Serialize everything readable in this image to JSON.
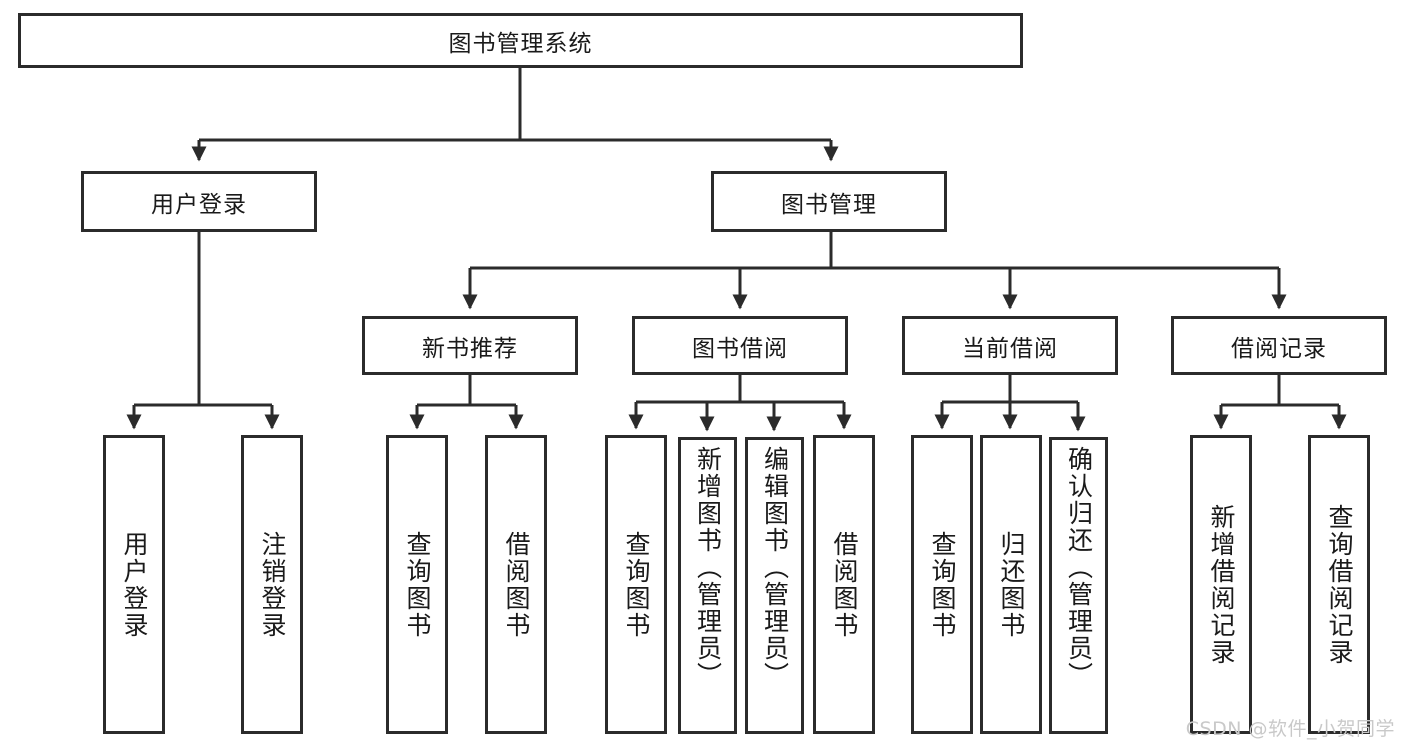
{
  "diagram": {
    "title": "图书管理系统",
    "type": "hierarchy-tree",
    "root": {
      "label": "图书管理系统"
    },
    "level2": [
      {
        "label": "用户登录"
      },
      {
        "label": "图书管理"
      }
    ],
    "level3": [
      {
        "label": "新书推荐"
      },
      {
        "label": "图书借阅"
      },
      {
        "label": "当前借阅"
      },
      {
        "label": "借阅记录"
      }
    ],
    "leaves": {
      "user_login": [
        {
          "label": "用户登录"
        },
        {
          "label": "注销登录"
        }
      ],
      "new_book_recommend": [
        {
          "label": "查询图书"
        },
        {
          "label": "借阅图书"
        }
      ],
      "book_borrow": [
        {
          "label": "查询图书"
        },
        {
          "label": "新增图书（管理员）"
        },
        {
          "label": "编辑图书（管理员）"
        },
        {
          "label": "借阅图书"
        }
      ],
      "current_borrow": [
        {
          "label": "查询图书"
        },
        {
          "label": "归还图书"
        },
        {
          "label": "确认归还（管理员）"
        }
      ],
      "borrow_record": [
        {
          "label": "新增借阅记录"
        },
        {
          "label": "查询借阅记录"
        }
      ]
    }
  },
  "watermark": {
    "text": "CSDN @软件_小贺同学"
  },
  "colors": {
    "stroke": "#2b2b2b",
    "fill": "#ffffff",
    "text": "#1a1a1a",
    "watermark": "#c9c9c9"
  }
}
